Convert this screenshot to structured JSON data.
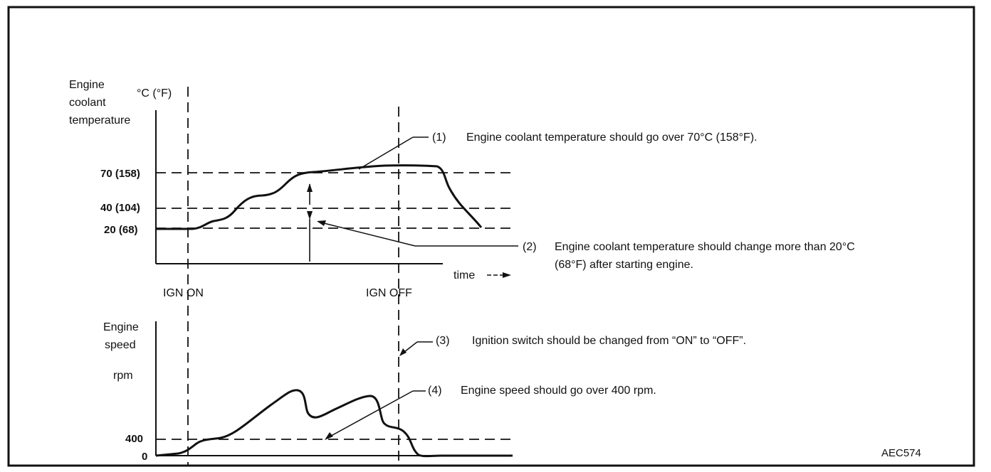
{
  "upper_chart": {
    "y_title_lines": [
      "Engine",
      "coolant",
      "temperature"
    ],
    "y_unit": "°C (°F)",
    "x_label": "time",
    "y_ticks": [
      {
        "label": "70 (158)",
        "value_c": 70
      },
      {
        "label": "40 (104)",
        "value_c": 40
      },
      {
        "label": "20 (68)",
        "value_c": 20
      }
    ],
    "markers": [
      "IGN ON",
      "IGN OFF"
    ]
  },
  "lower_chart": {
    "y_title_lines": [
      "Engine",
      "speed"
    ],
    "y_unit": "rpm",
    "y_ticks": [
      {
        "label": "400",
        "value": 400
      },
      {
        "label": "0",
        "value": 0
      }
    ]
  },
  "notes": [
    {
      "id": "(1)",
      "lines": [
        "Engine coolant temperature should go over 70°C (158°F)."
      ]
    },
    {
      "id": "(2)",
      "lines": [
        "Engine coolant temperature should change more than 20°C",
        "(68°F) after starting engine."
      ]
    },
    {
      "id": "(3)",
      "lines": [
        "Ignition switch should be changed from “ON” to “OFF”."
      ]
    },
    {
      "id": "(4)",
      "lines": [
        "Engine speed should go over 400 rpm."
      ]
    }
  ],
  "figure_code": "AEC574",
  "colors": {
    "line": "#111111",
    "background": "#ffffff"
  }
}
